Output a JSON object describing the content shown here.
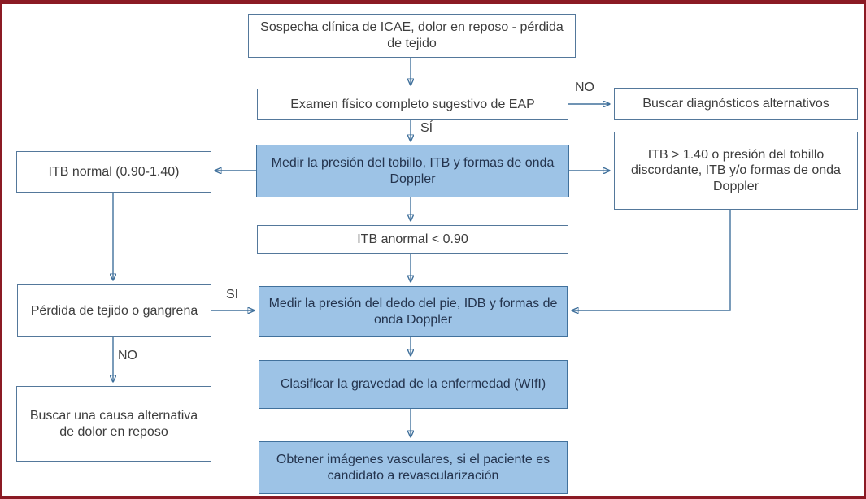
{
  "flowchart": {
    "nodes": {
      "sospecha": "Sospecha clínica de ICAE, dolor en reposo - pérdida de tejido",
      "examen": "Examen físico completo sugestivo de EAP",
      "buscar_diag": "Buscar diagnósticos alternativos",
      "medir_tobillo": "Medir la presión del tobillo, ITB y formas de onda Doppler",
      "itb_normal": "ITB normal (0.90-1.40)",
      "itb_alto": "ITB > 1.40 o presión del tobillo discordante, ITB y/o formas de onda Doppler",
      "itb_anormal": "ITB anormal < 0.90",
      "perdida": "Pérdida de tejido o gangrena",
      "medir_dedo": "Medir la presión del dedo del pie, IDB y formas de onda Doppler",
      "buscar_causa": "Buscar una causa alternativa de dolor en reposo",
      "clasificar": "Clasificar la gravedad de la enfermedad (WIfI)",
      "obtener": "Obtener imágenes vasculares, si el paciente es candidato a revascularización"
    },
    "edge_labels": {
      "no_examen": "NO",
      "si_examen": "SÍ",
      "si_perdida": "SI",
      "no_perdida": "NO"
    },
    "colors": {
      "frame_border": "#8B1A24",
      "action_fill": "#9DC3E6",
      "action_border": "#41719C",
      "plain_border": "#54789B",
      "arrow": "#41719C"
    }
  }
}
